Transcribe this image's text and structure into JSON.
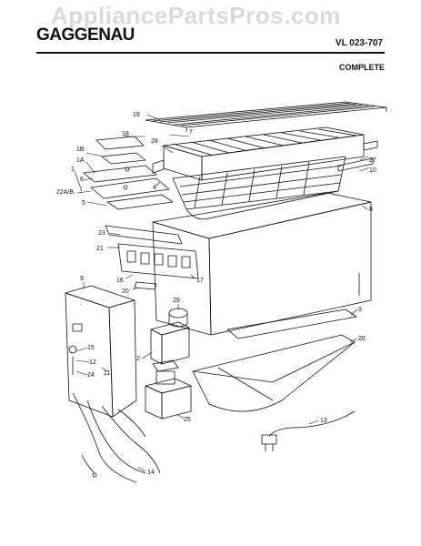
{
  "watermark": "AppliancePartsPros.com",
  "header": {
    "brand": "GAGGENAU",
    "model": "VL 023-707",
    "subtitle": "COMPLETE"
  },
  "callouts": [
    {
      "id": "c19",
      "text": "19"
    },
    {
      "id": "c18",
      "text": "18"
    },
    {
      "id": "c7",
      "text": "7"
    },
    {
      "id": "c28",
      "text": "28"
    },
    {
      "id": "c1B",
      "text": "1B"
    },
    {
      "id": "c1A",
      "text": "1A"
    },
    {
      "id": "c1",
      "text": "1"
    },
    {
      "id": "c6",
      "text": "6"
    },
    {
      "id": "c22AB",
      "text": "22A/B"
    },
    {
      "id": "c5",
      "text": "5"
    },
    {
      "id": "c4",
      "text": "4"
    },
    {
      "id": "c27",
      "text": "27"
    },
    {
      "id": "c10",
      "text": "10"
    },
    {
      "id": "c8",
      "text": "8"
    },
    {
      "id": "c23",
      "text": "23"
    },
    {
      "id": "c21",
      "text": "21"
    },
    {
      "id": "c16",
      "text": "16"
    },
    {
      "id": "c17",
      "text": "17"
    },
    {
      "id": "c20",
      "text": "20"
    },
    {
      "id": "c9",
      "text": "9"
    },
    {
      "id": "c29",
      "text": "29"
    },
    {
      "id": "c3",
      "text": "3"
    },
    {
      "id": "c26",
      "text": "26"
    },
    {
      "id": "c2",
      "text": "2"
    },
    {
      "id": "c15",
      "text": "15"
    },
    {
      "id": "c12",
      "text": "12"
    },
    {
      "id": "c24",
      "text": "24"
    },
    {
      "id": "c11",
      "text": "11"
    },
    {
      "id": "c25",
      "text": "25"
    },
    {
      "id": "c13",
      "text": "13"
    },
    {
      "id": "c14",
      "text": "14"
    }
  ]
}
